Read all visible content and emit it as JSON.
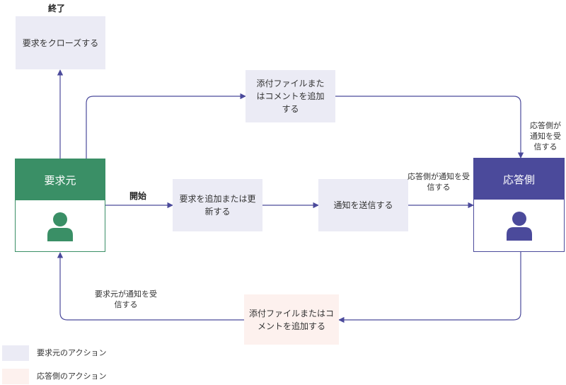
{
  "colors": {
    "requester_header": "#3a8f66",
    "responder_header": "#4b4a9b",
    "wire": "#4b4a9b",
    "requester_action_bg": "#ebebf5",
    "responder_action_bg": "#fdf1ee"
  },
  "end_label": "終了",
  "close_request": "要求をクローズする",
  "top_action": "添付ファイルまたはコメントを追加する",
  "requester": {
    "title": "要求元",
    "icon": "person-icon"
  },
  "responder": {
    "title": "応答側",
    "icon": "person-icon"
  },
  "start_label": "開始",
  "update_action": "要求を追加または更新する",
  "send_notification": "通知を送信する",
  "responder_receives_top": "応答側が通知を受信する",
  "responder_receives_mid": "応答側が通知を受信する",
  "responder_action": "添付ファイルまたはコメントを追加する",
  "requester_receives": "要求元が通知を受信する",
  "legend": {
    "requester_actions": "要求元のアクション",
    "responder_actions": "応答側のアクション"
  }
}
